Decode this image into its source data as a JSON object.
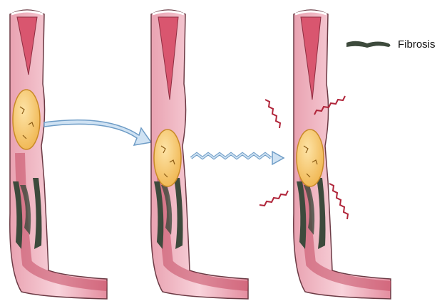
{
  "legend": {
    "label": "Fibrosis",
    "icon": "fibrosis-swatch"
  },
  "colors": {
    "tissue_outer": "#f7c9d1",
    "tissue_lumen": "#e07a8e",
    "muscle_fold": "#c8485f",
    "bolus_fill": "#f6c56a",
    "bolus_stroke": "#c98a27",
    "fibrosis": "#3d4a3c",
    "arrow_fill": "#cfe2f3",
    "arrow_stroke": "#6e9cc6",
    "pain_lines": "#b0253a"
  },
  "stages": [
    {
      "name": "stage-1",
      "bolus_position": "upper"
    },
    {
      "name": "stage-2",
      "bolus_position": "at-stricture"
    },
    {
      "name": "stage-3",
      "bolus_position": "at-stricture",
      "pain": true
    }
  ]
}
